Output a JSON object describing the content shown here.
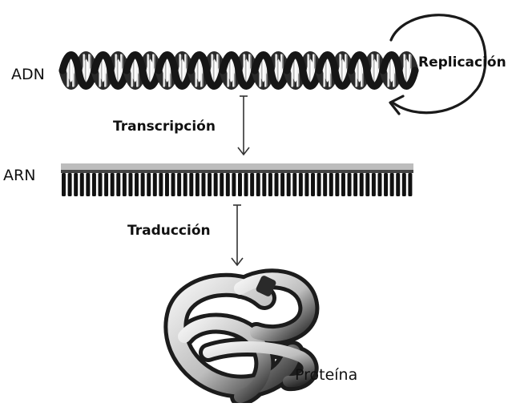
{
  "diagram": {
    "labels": {
      "dna": "ADN",
      "rna": "ARN",
      "replication": "Replicación",
      "transcription": "Transcripción",
      "translation": "Traducción",
      "protein": "Proteína"
    },
    "colors": {
      "ink": "#111111",
      "helix_light": "#f2f2f2",
      "helix_dark": "#1a1a1a",
      "rna_backbone": "#bdbdbd",
      "protein_light": "#d9d9d9",
      "protein_dark": "#2a2a2a"
    }
  }
}
